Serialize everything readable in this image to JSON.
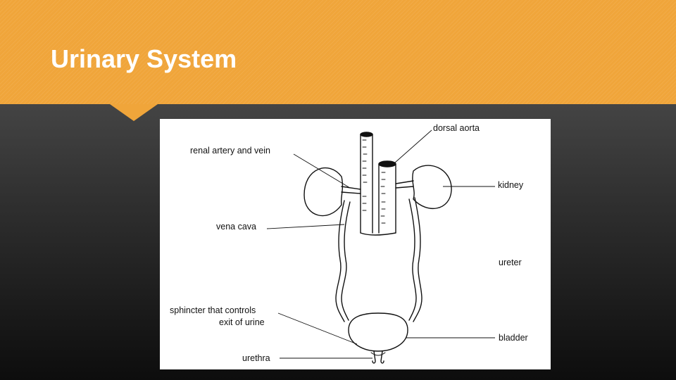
{
  "slide": {
    "title": "Urinary System"
  },
  "diagram": {
    "labels": {
      "dorsal_aorta": "dorsal aorta",
      "renal_artery_vein": "renal artery and vein",
      "kidney": "kidney",
      "vena_cava": "vena cava",
      "ureter": "ureter",
      "sphincter_line1": "sphincter that controls",
      "sphincter_line2": "exit of urine",
      "bladder": "bladder",
      "urethra": "urethra"
    }
  },
  "colors": {
    "header": "#f0a53a",
    "background_top": "#5a5a5a",
    "background_bottom": "#0d0d0d",
    "title_text": "#ffffff",
    "figure_bg": "#ffffff"
  }
}
